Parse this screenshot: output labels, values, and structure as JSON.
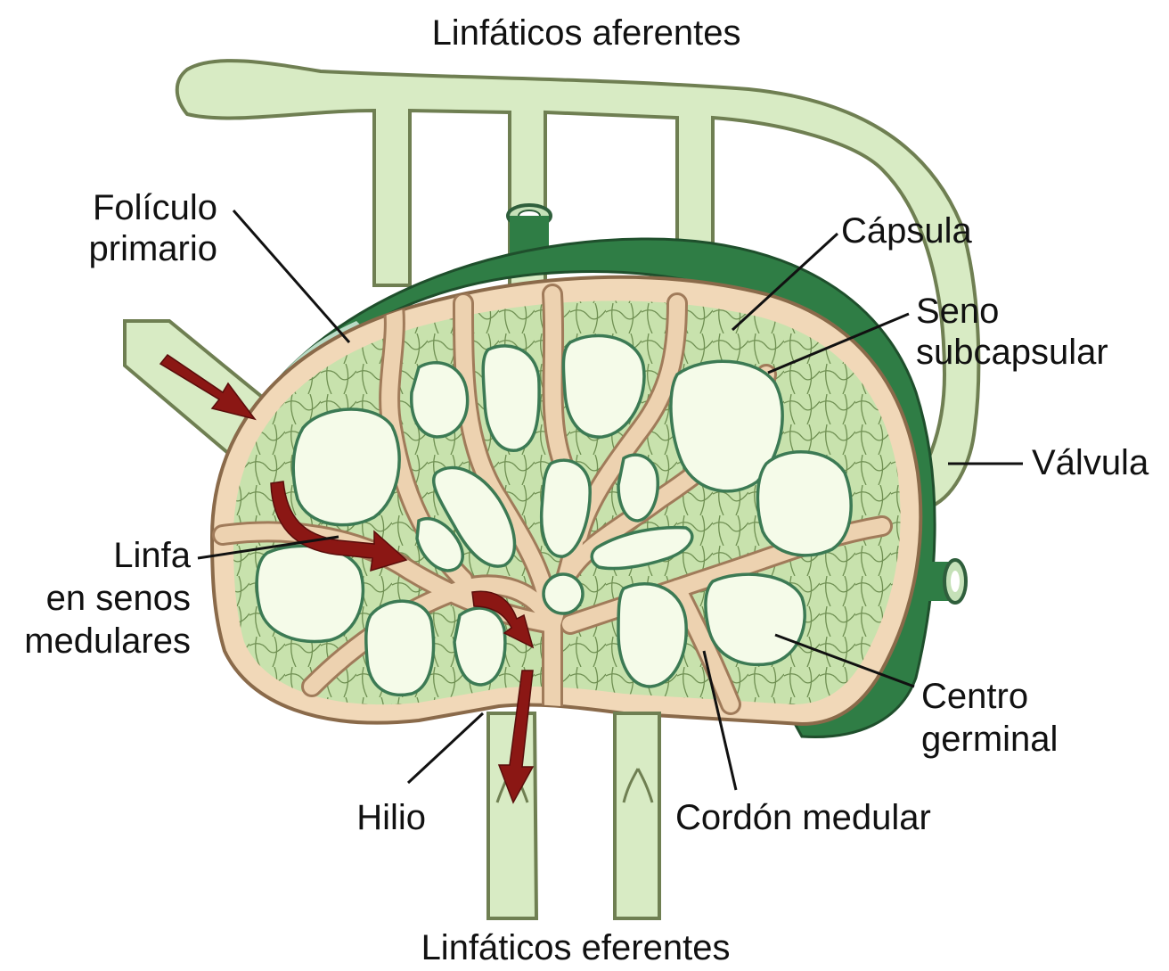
{
  "labels": {
    "afferent": "Linfáticos aferentes",
    "follicle": [
      "Folículo",
      "primario"
    ],
    "capsule": "Cápsula",
    "sinus": [
      "Seno",
      "subcapsular"
    ],
    "valve": "Válvula",
    "lymph": [
      "Linfa",
      "en senos",
      "medulares"
    ],
    "germinal": [
      "Centro",
      "germinal"
    ],
    "hilum": "Hilio",
    "cord": "Cordón medular",
    "efferent": "Linfáticos eferentes"
  },
  "colors": {
    "capsule_dark": "#2f7d45",
    "capsule_light": "#b9dcc6",
    "sinus_tissue": "#f1d8b8",
    "parenchyma": "#c9e3ae",
    "follicle_fill": "#f5fbe9",
    "vessel": "#d8ebc4",
    "arrow": "#8b1714"
  }
}
